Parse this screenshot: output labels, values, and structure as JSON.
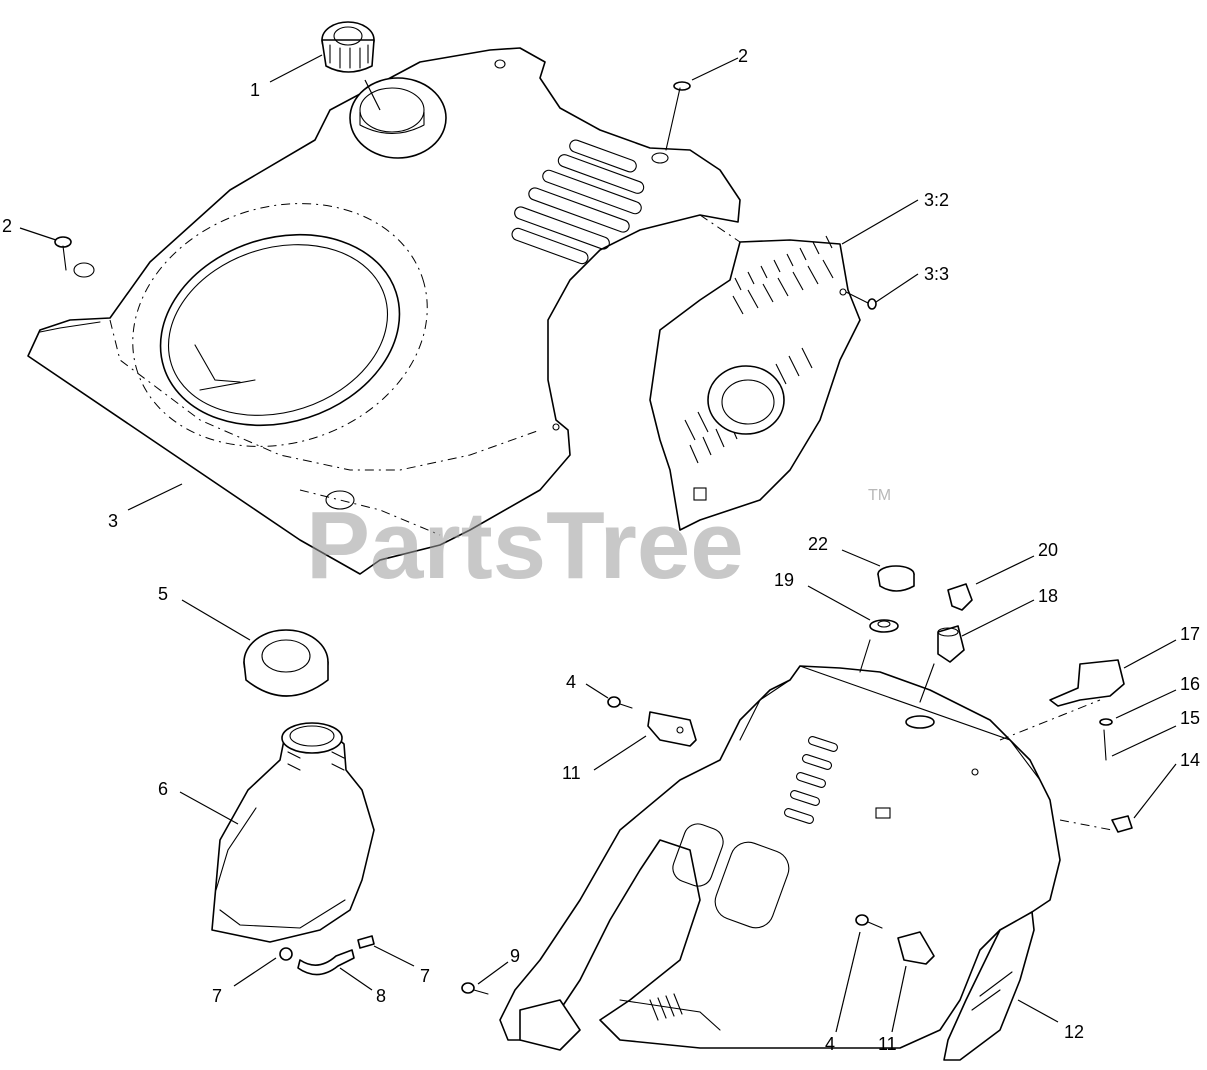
{
  "watermark": {
    "text": "PartsTree",
    "trademark": "TM"
  },
  "callouts": [
    {
      "id": "c1",
      "label": "1"
    },
    {
      "id": "c2a",
      "label": "2"
    },
    {
      "id": "c2b",
      "label": "2"
    },
    {
      "id": "c3",
      "label": "3"
    },
    {
      "id": "c3_2",
      "label": "3:2"
    },
    {
      "id": "c3_3",
      "label": "3:3"
    },
    {
      "id": "c4a",
      "label": "4"
    },
    {
      "id": "c4b",
      "label": "4"
    },
    {
      "id": "c5",
      "label": "5"
    },
    {
      "id": "c6",
      "label": "6"
    },
    {
      "id": "c7a",
      "label": "7"
    },
    {
      "id": "c7b",
      "label": "7"
    },
    {
      "id": "c8",
      "label": "8"
    },
    {
      "id": "c9",
      "label": "9"
    },
    {
      "id": "c11a",
      "label": "11"
    },
    {
      "id": "c11b",
      "label": "11"
    },
    {
      "id": "c12",
      "label": "12"
    },
    {
      "id": "c14",
      "label": "14"
    },
    {
      "id": "c15",
      "label": "15"
    },
    {
      "id": "c16",
      "label": "16"
    },
    {
      "id": "c17",
      "label": "17"
    },
    {
      "id": "c18",
      "label": "18"
    },
    {
      "id": "c19",
      "label": "19"
    },
    {
      "id": "c20",
      "label": "20"
    },
    {
      "id": "c22",
      "label": "22"
    }
  ]
}
